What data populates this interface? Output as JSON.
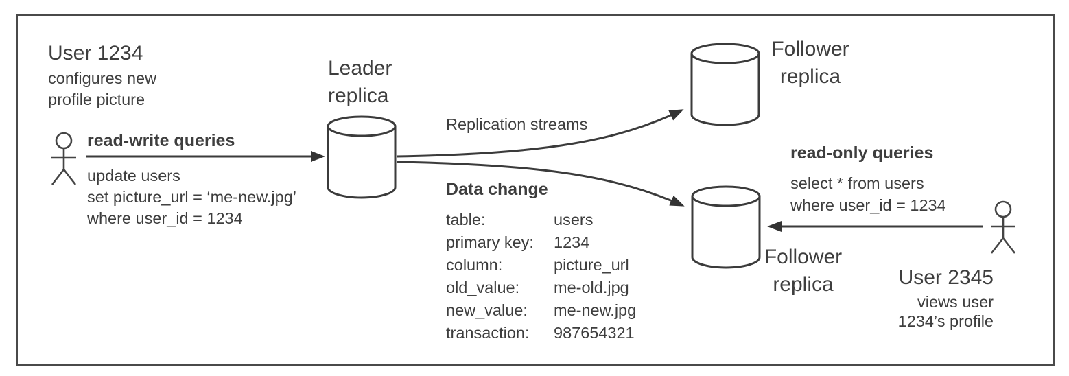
{
  "colors": {
    "text": "#3e3e3e",
    "line": "#3b3b3b",
    "frame_border": "#4a4a4a",
    "background": "#ffffff"
  },
  "left_user": {
    "title": "User 1234",
    "line1": "configures new",
    "line2": "profile picture"
  },
  "read_write": {
    "label": "read-write queries",
    "sql1": "update users",
    "sql2": "set picture_url = ‘me-new.jpg’",
    "sql3": "where user_id = 1234"
  },
  "leader": {
    "line1": "Leader",
    "line2": "replica"
  },
  "replication_label": "Replication streams",
  "data_change": {
    "title": "Data change",
    "rows": [
      {
        "key": "table:",
        "value": "users"
      },
      {
        "key": "primary key:",
        "value": "1234"
      },
      {
        "key": "column:",
        "value": "picture_url"
      },
      {
        "key": "old_value:",
        "value": "me-old.jpg"
      },
      {
        "key": "new_value:",
        "value": "me-new.jpg"
      },
      {
        "key": "transaction:",
        "value": "987654321"
      }
    ]
  },
  "follower_top": {
    "line1": "Follower",
    "line2": "replica"
  },
  "follower_bottom": {
    "line1": "Follower",
    "line2": "replica"
  },
  "read_only": {
    "label": "read-only queries",
    "sql1": "select * from users",
    "sql2": "where user_id = 1234"
  },
  "right_user": {
    "title": "User 2345",
    "line1": "views user",
    "line2": "1234’s profile"
  }
}
